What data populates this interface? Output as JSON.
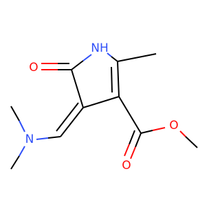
{
  "colors": {
    "carbon_bond": "#000000",
    "oxygen": "#ff0d0d",
    "nitrogen": "#3050f8",
    "background": "#ffffff"
  },
  "atoms": {
    "ring_nh": "NH",
    "lactam_oxygen": "O",
    "dimethylamino_nitrogen": "N",
    "ester_carbonyl_oxygen": "O",
    "ester_ether_oxygen": "O"
  }
}
